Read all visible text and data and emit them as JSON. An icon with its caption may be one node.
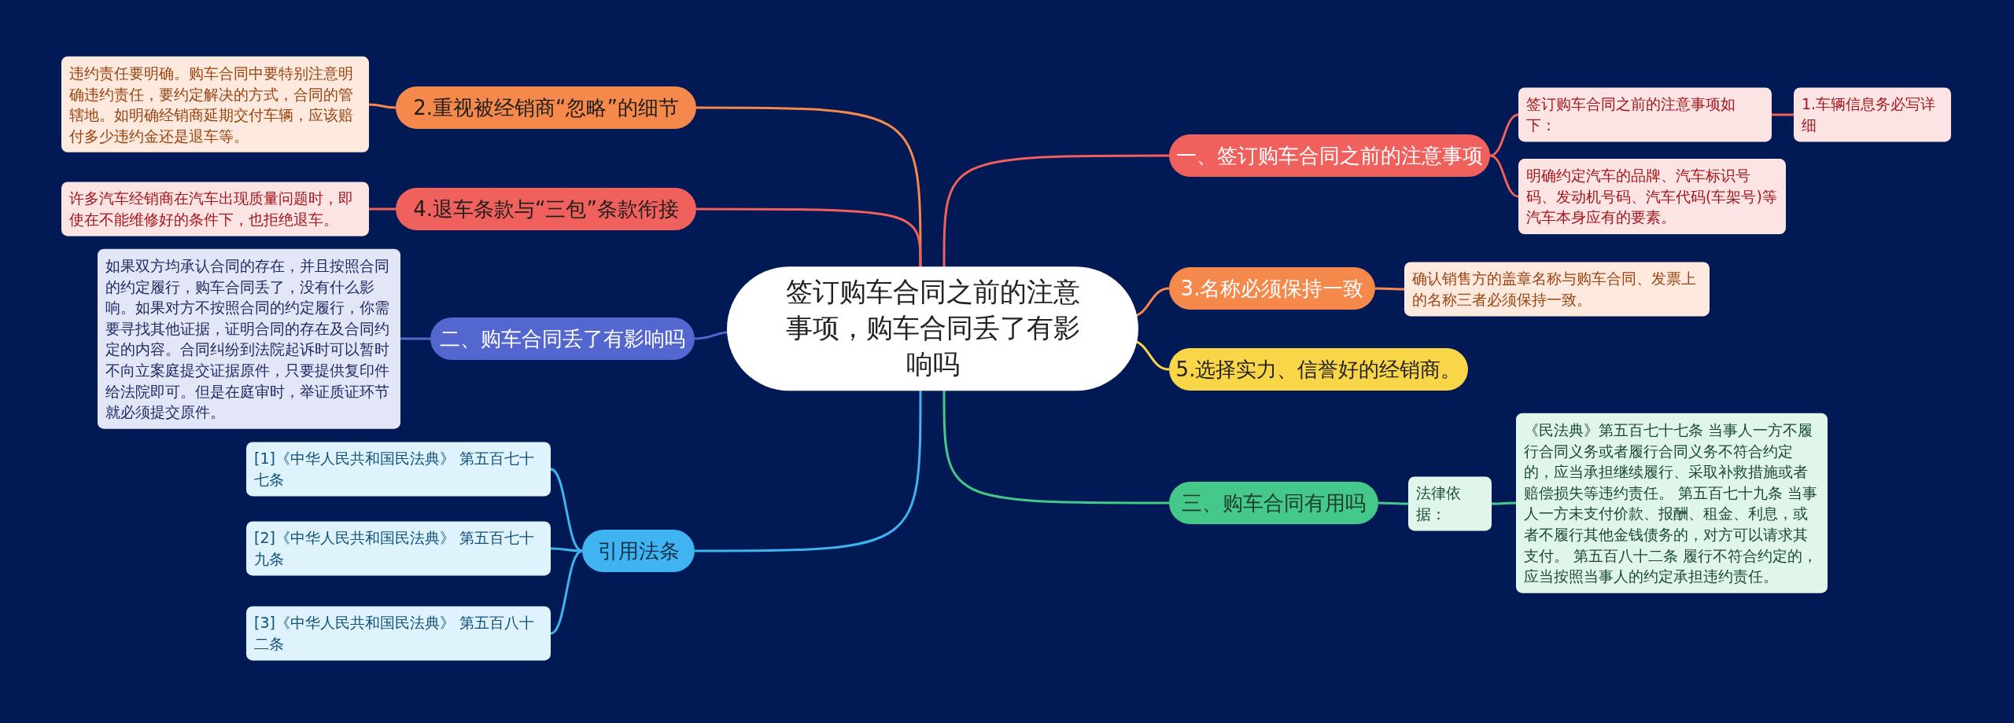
{
  "diagram": {
    "nodes": [
      {
        "text": [
          "签订购车合同之前的注意事项，购车合同丢了有影响吗"
        ]
      },
      {
        "text": [
          "一、签订购车合同之前的注意事项"
        ]
      },
      {
        "text": [
          "签订购车合同之前的注意事项如下："
        ]
      },
      {
        "text": [
          "1.车辆信息务必写详细"
        ]
      },
      {
        "text": [
          "明确约定汽车的品牌、汽车标识号码、发动机号码、汽车代码(车架号)等汽车本身应有的要素。"
        ]
      },
      {
        "text": [
          "3.名称必须保持一致"
        ]
      },
      {
        "text": [
          "确认销售方的盖章名称与购车合同、发票上的名称三者必须保持一致。"
        ]
      },
      {
        "text": [
          "5.选择实力、信誉好的经销商。"
        ]
      },
      {
        "text": [
          "三、购车合同有用吗"
        ]
      },
      {
        "text": [
          "法律依据："
        ]
      },
      {
        "text": [
          "《民法典》第五百七十七条 当事人一方不履行合同义务或者履行合同义务不符合约定的，应当承担继续履行、采取补救措施或者赔偿损失等违约责任。 第五百七十九条 当事人一方未支付价款、报酬、租金、利息，或者不履行其他金钱债务的，对方可以请求其支付。 第五百八十二条 履行不符合约定的，应当按照当事人的约定承担违约责任。"
        ]
      },
      {
        "text": [
          "2.重视被经销商“忽略”的细节"
        ]
      },
      {
        "text": [
          "违约责任要明确。购车合同中要特别注意明确违约责任，要约定解决的方式，合同的管辖地。如明确经销商延期交付车辆，应该赔付多少违约金还是退车等。"
        ]
      },
      {
        "text": [
          "4.退车条款与“三包”条款衔接"
        ]
      },
      {
        "text": [
          "许多汽车经销商在汽车出现质量问题时，即使在不能维修好的条件下，也拒绝退车。"
        ]
      },
      {
        "text": [
          "二、购车合同丢了有影响吗"
        ]
      },
      {
        "text": [
          "如果双方均承认合同的存在，并且按照合同的约定履行，购车合同丢了，没有什么影响。如果对方不按照合同的约定履行，你需要寻找其他证据，证明合同的存在及合同约定的内容。合同纠纷到法院起诉时可以暂时不向立案庭提交证据原件，只要提供复印件给法院即可。但是在庭审时，举证质证环节就必须提交原件。"
        ]
      },
      {
        "text": [
          "引用法条"
        ]
      },
      {
        "text": [
          "[1]《中华人民共和国民法典》 第五百七十七条"
        ]
      },
      {
        "text": [
          "[2]《中华人民共和国民法典》 第五百七十九条"
        ]
      },
      {
        "text": [
          "[3]《中华人民共和国民法典》 第五百八十二条"
        ]
      }
    ],
    "edges": [
      {
        "from": 0,
        "to": 1,
        "arrow": "none",
        "color": "#f0605d"
      },
      {
        "from": 1,
        "to": 2,
        "arrow": "none",
        "color": "#f0605d"
      },
      {
        "from": 2,
        "to": 3,
        "arrow": "none",
        "color": "#f0605d"
      },
      {
        "from": 1,
        "to": 4,
        "arrow": "none",
        "color": "#f0605d"
      },
      {
        "from": 0,
        "to": 5,
        "arrow": "none",
        "color": "#f5894b"
      },
      {
        "from": 5,
        "to": 6,
        "arrow": "none",
        "color": "#f5894b"
      },
      {
        "from": 0,
        "to": 7,
        "arrow": "none",
        "color": "#f9d548"
      },
      {
        "from": 0,
        "to": 8,
        "arrow": "none",
        "color": "#45c98a"
      },
      {
        "from": 8,
        "to": 9,
        "arrow": "none",
        "color": "#45c98a"
      },
      {
        "from": 9,
        "to": 10,
        "arrow": "none",
        "color": "#45c98a"
      },
      {
        "from": 0,
        "to": 11,
        "arrow": "none",
        "color": "#f5894b"
      },
      {
        "from": 11,
        "to": 12,
        "arrow": "none",
        "color": "#f5894b"
      },
      {
        "from": 0,
        "to": 13,
        "arrow": "none",
        "color": "#f0605d"
      },
      {
        "from": 13,
        "to": 14,
        "arrow": "none",
        "color": "#f0605d"
      },
      {
        "from": 0,
        "to": 15,
        "arrow": "none",
        "color": "#5467cf"
      },
      {
        "from": 15,
        "to": 16,
        "arrow": "none",
        "color": "#5467cf"
      },
      {
        "from": 0,
        "to": 17,
        "arrow": "none",
        "color": "#3fb4f0"
      },
      {
        "from": 17,
        "to": 18,
        "arrow": "none",
        "color": "#3fb4f0"
      },
      {
        "from": 17,
        "to": 19,
        "arrow": "none",
        "color": "#3fb4f0"
      },
      {
        "from": 17,
        "to": 20,
        "arrow": "none",
        "color": "#3fb4f0"
      }
    ]
  }
}
